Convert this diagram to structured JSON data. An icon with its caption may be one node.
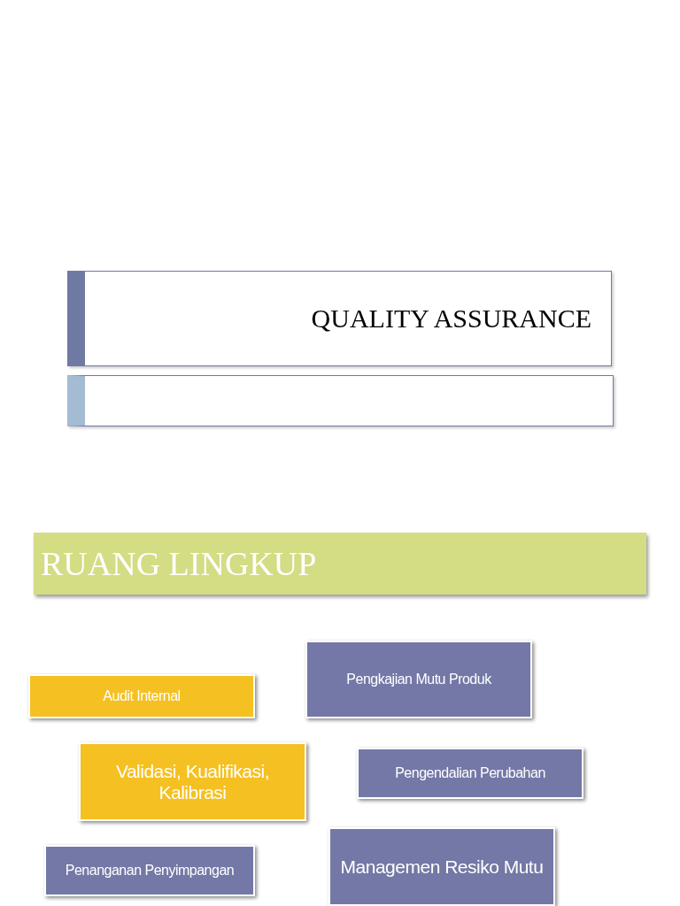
{
  "diagram": {
    "nodes": [
      {
        "text": [
          "QUALITY ASSURANCE"
        ]
      },
      {
        "text": [],
        "shape": "box"
      },
      {
        "text": [
          "RUANG LINGKUP"
        ]
      },
      {
        "text": [
          "Pengkajian Mutu Produk"
        ]
      },
      {
        "text": [
          "Audit Internal"
        ]
      },
      {
        "text": [
          "Validasi, Kualifikasi, Kalibrasi"
        ]
      },
      {
        "text": [
          "Pengendalian Perubahan"
        ]
      },
      {
        "text": [
          "Managemen Resiko Mutu"
        ]
      },
      {
        "text": [
          "Penanganan Penyimpangan"
        ]
      }
    ],
    "edges": []
  }
}
